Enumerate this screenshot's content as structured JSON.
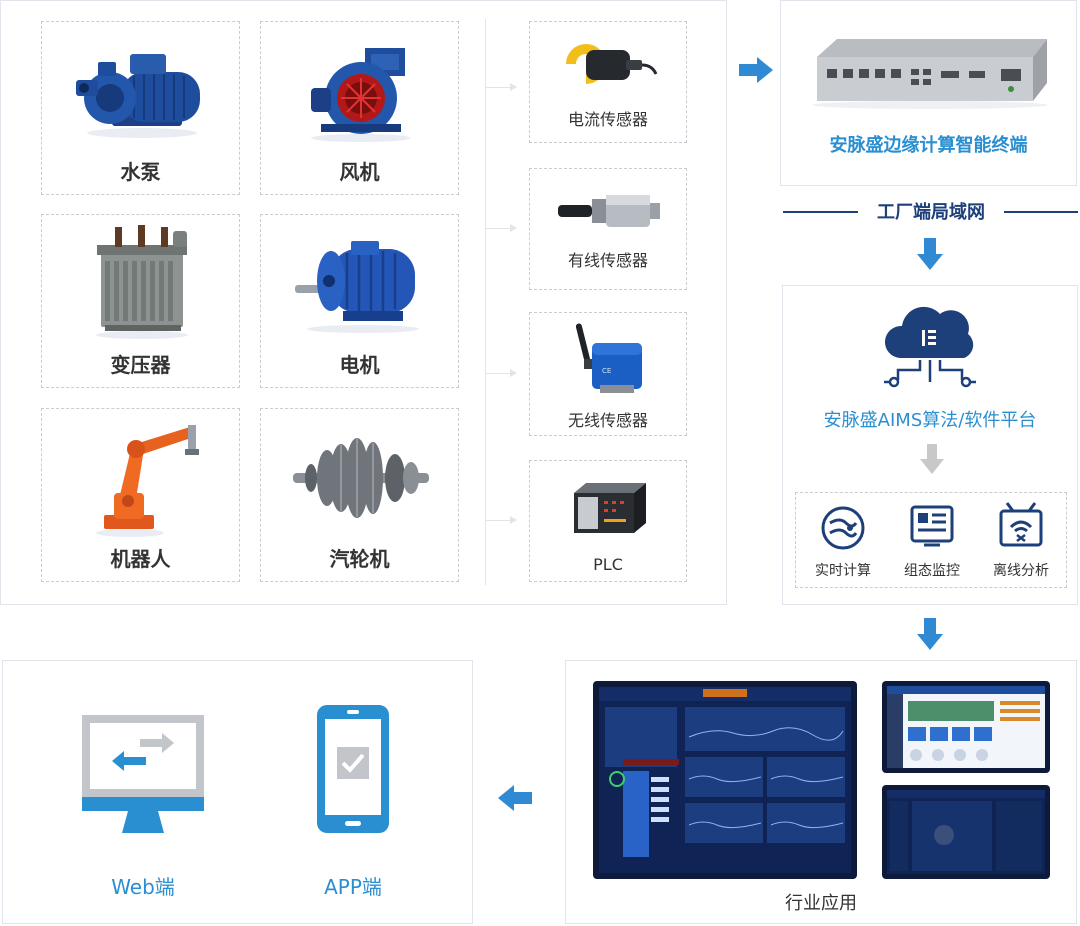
{
  "equipment": [
    {
      "label": "水泵",
      "icon": "water-pump-icon"
    },
    {
      "label": "风机",
      "icon": "blower-fan-icon"
    },
    {
      "label": "变压器",
      "icon": "transformer-icon"
    },
    {
      "label": "电机",
      "icon": "electric-motor-icon"
    },
    {
      "label": "机器人",
      "icon": "industrial-robot-icon"
    },
    {
      "label": "汽轮机",
      "icon": "steam-turbine-icon"
    }
  ],
  "sensors": [
    {
      "label": "电流传感器",
      "icon": "current-clamp-sensor-icon"
    },
    {
      "label": "有线传感器",
      "icon": "wired-sensor-icon"
    },
    {
      "label": "无线传感器",
      "icon": "wireless-sensor-icon"
    },
    {
      "label": "PLC",
      "icon": "plc-icon"
    }
  ],
  "edge": {
    "label": "安脉盛边缘计算智能终端"
  },
  "lan": {
    "label": "工厂端局域网"
  },
  "platform": {
    "label": "安脉盛AIMS算法/软件平台"
  },
  "functions": [
    {
      "label": "实时计算",
      "icon": "realtime-compute-icon"
    },
    {
      "label": "组态监控",
      "icon": "configuration-monitor-icon"
    },
    {
      "label": "离线分析",
      "icon": "offline-analysis-icon"
    }
  ],
  "industry": {
    "label": "行业应用"
  },
  "clients": [
    {
      "label": "Web端",
      "icon": "web-monitor-icon"
    },
    {
      "label": "APP端",
      "icon": "mobile-app-icon"
    }
  ],
  "colors": {
    "accent": "#2a8fd0",
    "navy": "#1d3f7a",
    "arrow": "#2f8ad3",
    "grey_arrow": "#c8c8c8"
  }
}
